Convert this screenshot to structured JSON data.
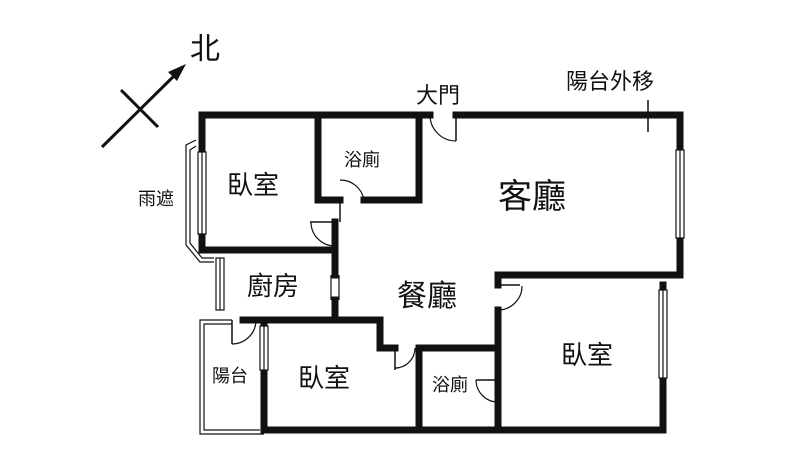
{
  "compass": {
    "label": "北"
  },
  "labels": {
    "main_door": "大門",
    "balcony_moved": "陽台外移",
    "canopy": "雨遮",
    "bedroom_1": "臥室",
    "bathroom_1": "浴廁",
    "living_room": "客廳",
    "kitchen": "廚房",
    "dining_room": "餐廳",
    "balcony": "陽台",
    "bedroom_2": "臥室",
    "bathroom_2": "浴廁",
    "bedroom_3": "臥室"
  },
  "colors": {
    "line": "#111111",
    "background": "#ffffff"
  }
}
